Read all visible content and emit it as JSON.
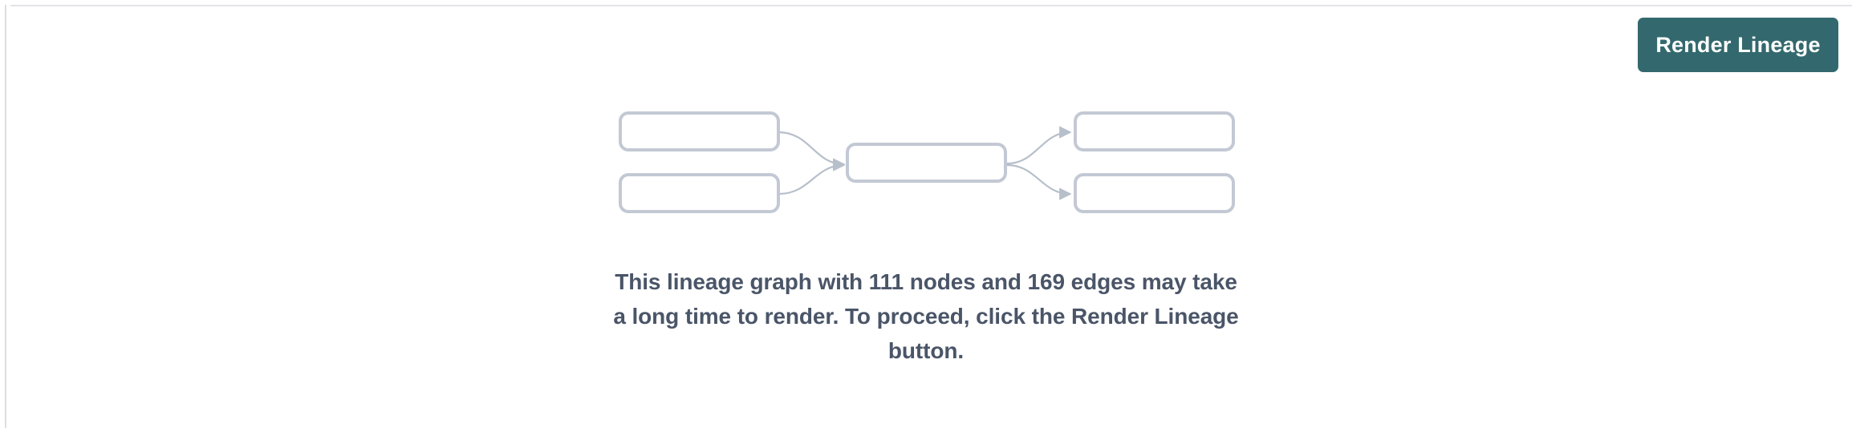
{
  "page": {
    "background_color": "#ffffff",
    "border_color": "#e2e4e9"
  },
  "toolbar": {
    "render_lineage_label": "Render Lineage",
    "render_lineage_color": "#33696e",
    "render_lineage_text_color": "#ffffff"
  },
  "graph_preview": {
    "node_border_color": "#c3c9d4",
    "edge_color": "#b7bfcb",
    "node_count_shown": 5,
    "edge_count_shown": 4,
    "nodes": [
      {
        "id": "left-top",
        "label": ""
      },
      {
        "id": "left-bottom",
        "label": ""
      },
      {
        "id": "center",
        "label": ""
      },
      {
        "id": "right-top",
        "label": ""
      },
      {
        "id": "right-bottom",
        "label": ""
      }
    ]
  },
  "message": {
    "text_color": "#4a5568",
    "node_count": "111",
    "edge_count": "169",
    "line1": "This lineage graph with 111 nodes and 169 edges may take",
    "line2": "a long time to render. To proceed, click the Render Lineage",
    "line3": "button."
  }
}
